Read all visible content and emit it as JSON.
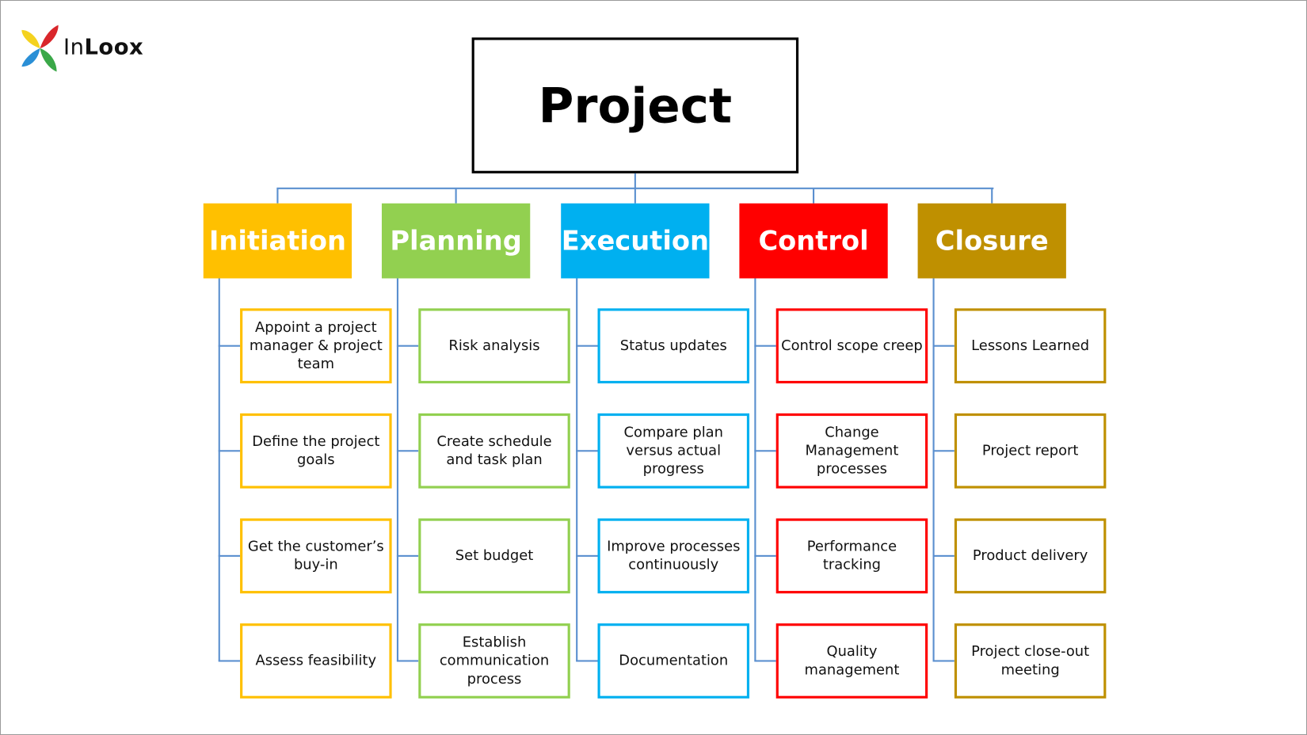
{
  "logo": {
    "text_light": "In",
    "text_bold": "Loox"
  },
  "root": {
    "label": "Project"
  },
  "phases": [
    {
      "label": "Initiation",
      "color": "#FFC000",
      "items": [
        "Appoint a project manager & project team",
        "Define the project goals",
        "Get the customer’s buy-in",
        "Assess feasibility"
      ]
    },
    {
      "label": "Planning",
      "color": "#92D050",
      "items": [
        "Risk analysis",
        "Create schedule and task plan",
        "Set budget",
        "Establish communication process"
      ]
    },
    {
      "label": "Execution",
      "color": "#00B0F0",
      "items": [
        "Status updates",
        "Compare plan versus actual progress",
        "Improve processes continuously",
        "Documentation"
      ]
    },
    {
      "label": "Control",
      "color": "#FF0000",
      "items": [
        "Control scope creep",
        "Change Management processes",
        "Performance tracking",
        "Quality management"
      ]
    },
    {
      "label": "Closure",
      "color": "#BF9000",
      "items": [
        "Lessons Learned",
        "Project report",
        "Product delivery",
        "Project close-out meeting"
      ]
    }
  ]
}
